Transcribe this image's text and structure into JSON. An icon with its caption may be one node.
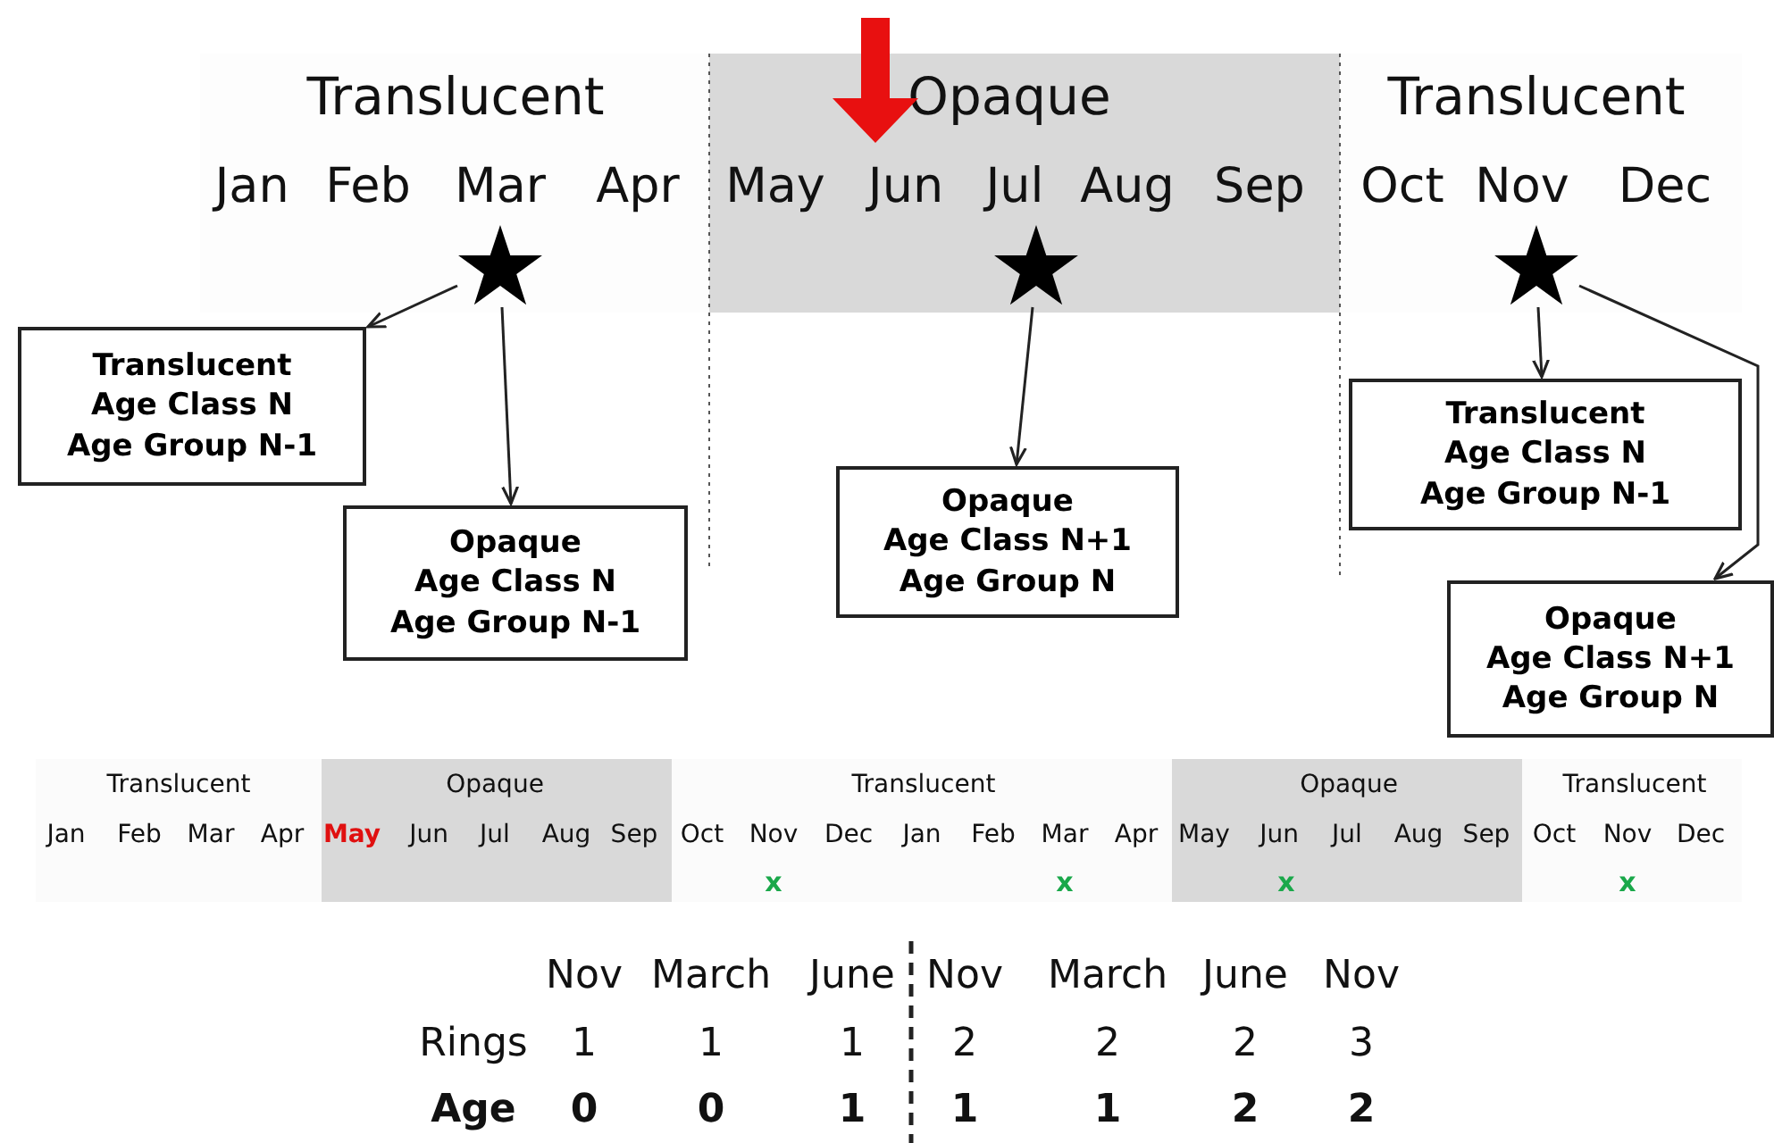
{
  "diagram": {
    "nodes": [
      {
        "text": [],
        "shape": "star"
      },
      {
        "text": [],
        "shape": "star"
      },
      {
        "text": [],
        "shape": "star"
      },
      {
        "text": [
          "Translucent",
          "Age Class N",
          "Age Group N-1"
        ]
      },
      {
        "text": [
          "Opaque",
          "Age Class N",
          "Age Group N-1"
        ]
      },
      {
        "text": [
          "Opaque",
          "Age Class N+1",
          "Age Group N"
        ]
      },
      {
        "text": [
          "Translucent",
          "Age Class N",
          "Age Group N-1"
        ]
      },
      {
        "text": [
          "Opaque",
          "Age Class N+1",
          "Age Group N"
        ]
      }
    ],
    "edges": [
      {
        "from": 0,
        "to": 3,
        "arrow": "to"
      },
      {
        "from": 0,
        "to": 4,
        "arrow": "to"
      },
      {
        "from": 1,
        "to": 5,
        "arrow": "to"
      },
      {
        "from": 2,
        "to": 6,
        "arrow": "to"
      },
      {
        "from": 2,
        "to": 7,
        "arrow": "to"
      }
    ],
    "labels": [
      "Translucent",
      "Opaque",
      "Translucent",
      "Jan",
      "Feb",
      "Mar",
      "Apr",
      "May",
      "Jun",
      "Jul",
      "Aug",
      "Sep",
      "Oct",
      "Nov",
      "Dec",
      "Translucent",
      "Opaque",
      "Translucent",
      "Opaque",
      "Translucent",
      "Jan",
      "Feb",
      "Mar",
      "Apr",
      "May",
      "Jun",
      "Jul",
      "Aug",
      "Sep",
      "Oct",
      "Nov",
      "Dec",
      "Jan",
      "Feb",
      "Mar",
      "Apr",
      "May",
      "Jun",
      "Jul",
      "Aug",
      "Sep",
      "Oct",
      "Nov",
      "Dec",
      "x",
      "x",
      "x",
      "x",
      "Nov",
      "March",
      "June",
      "Nov",
      "March",
      "June",
      "Nov",
      "Rings",
      "1",
      "1",
      "1",
      "2",
      "2",
      "2",
      "3",
      "Age",
      "0",
      "0",
      "1",
      "1",
      "1",
      "2",
      "2"
    ]
  }
}
